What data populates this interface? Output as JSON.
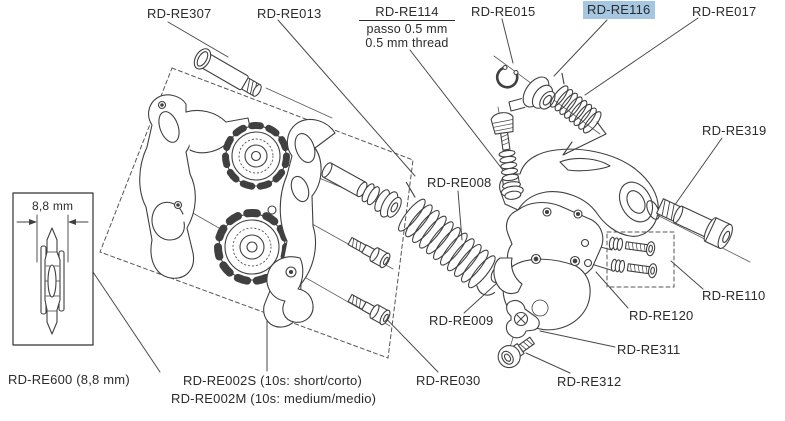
{
  "diagram": {
    "type": "exploded-parts-diagram",
    "subject": "rear-derailleur spare parts",
    "colors": {
      "background": "#ffffff",
      "line": "#404040",
      "text": "#2b2b2b",
      "highlight": "#a6c7e1"
    },
    "highlighted_part": "RD-RE116",
    "labels": {
      "rd_re307": "RD-RE307",
      "rd_re013": "RD-RE013",
      "rd_re114_title": "RD-RE114",
      "rd_re114_note_line1": "passo 0.5 mm",
      "rd_re114_note_line2": "0.5 mm thread",
      "rd_re015": "RD-RE015",
      "rd_re116": "RD-RE116",
      "rd_re017": "RD-RE017",
      "rd_re319": "RD-RE319",
      "rd_re008": "RD-RE008",
      "rd_re009": "RD-RE009",
      "rd_re110": "RD-RE110",
      "rd_re120": "RD-RE120",
      "rd_re311": "RD-RE311",
      "rd_re312": "RD-RE312",
      "rd_re030": "RD-RE030",
      "rd_re600": "RD-RE600 (8,8 mm)",
      "rd_re002s": "RD-RE002S (10s: short/corto)",
      "rd_re002m": "RD-RE002M (10s: medium/medio)",
      "dimension_8_8": "8,8 mm"
    }
  }
}
